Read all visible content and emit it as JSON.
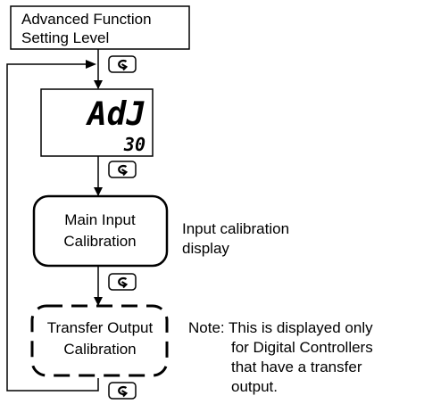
{
  "level_box": {
    "line1": "Advanced Function",
    "line2": "Setting Level"
  },
  "display": {
    "parameter": "AdJ",
    "value": "30"
  },
  "main_input_box": {
    "line1": "Main Input",
    "line2": "Calibration"
  },
  "main_input_caption": {
    "line1": "Input calibration",
    "line2": "display"
  },
  "transfer_box": {
    "line1": "Transfer Output",
    "line2": "Calibration"
  },
  "note": {
    "line1": "Note: This is displayed only",
    "line2": "for Digital Controllers",
    "line3": "that have a transfer",
    "line4": "output."
  },
  "key_icon": "mode-key-icon"
}
